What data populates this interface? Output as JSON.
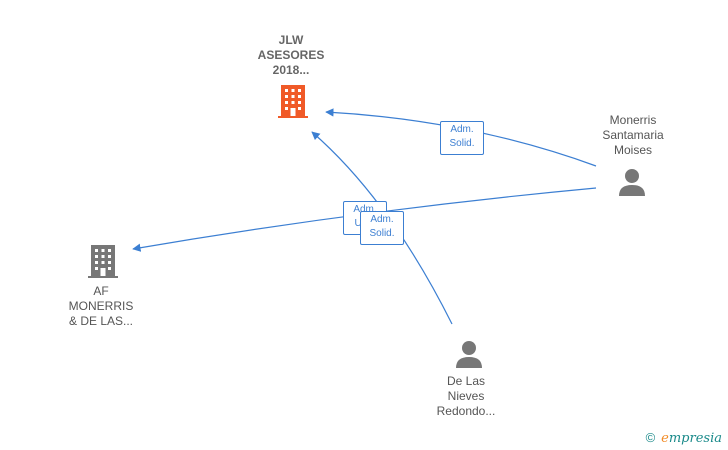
{
  "nodes": {
    "jlw": {
      "lines": [
        "JLW",
        "ASESORES",
        "2018..."
      ],
      "color": "#f05a28"
    },
    "af": {
      "lines": [
        "AF",
        "MONERRIS",
        "& DE LAS..."
      ],
      "color": "#777777"
    },
    "monerris": {
      "lines": [
        "Monerris",
        "Santamaria",
        "Moises"
      ],
      "color": "#777777"
    },
    "delasnieves": {
      "lines": [
        "De Las",
        "Nieves",
        "Redondo..."
      ],
      "color": "#777777"
    }
  },
  "edges": {
    "monerris_jlw": {
      "lines": [
        "Adm.",
        "Solid."
      ]
    },
    "delasnieves_af": {
      "lines": [
        "Adm.",
        "Un..."
      ]
    },
    "delasnieves_jlw": {
      "lines": [
        "Adm.",
        "Solid."
      ]
    }
  },
  "edge_color": "#3c7fd2",
  "footer": {
    "copyright": "©",
    "brand_first": "e",
    "brand_rest": "mpresia"
  }
}
